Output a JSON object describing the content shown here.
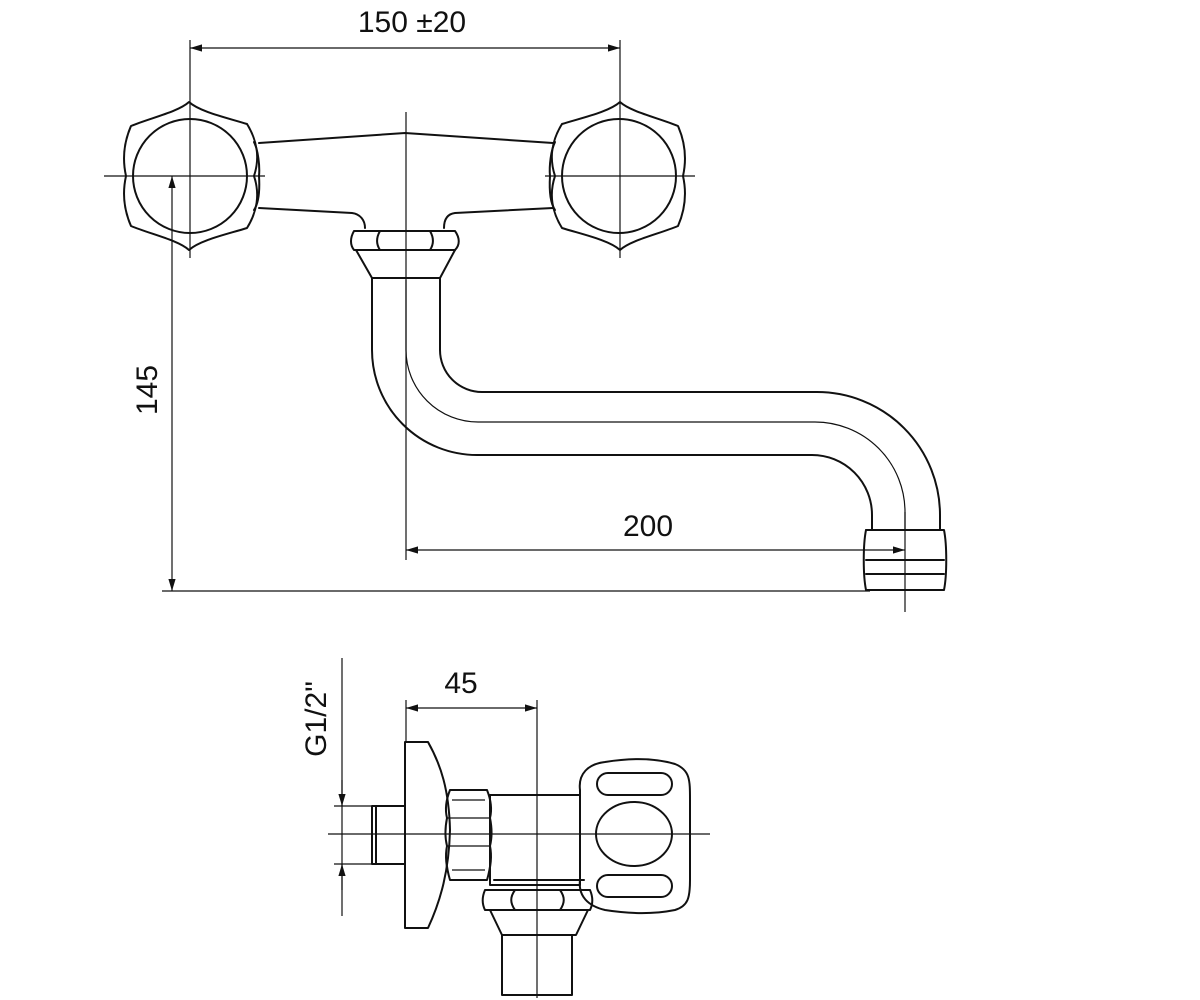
{
  "dimensions": {
    "spacing_label": "150 ±20",
    "height_label": "145",
    "reach_label": "200",
    "depth_label": "45",
    "thread_label": "G1/2\""
  },
  "colors": {
    "line": "#111111",
    "background": "#ffffff"
  }
}
